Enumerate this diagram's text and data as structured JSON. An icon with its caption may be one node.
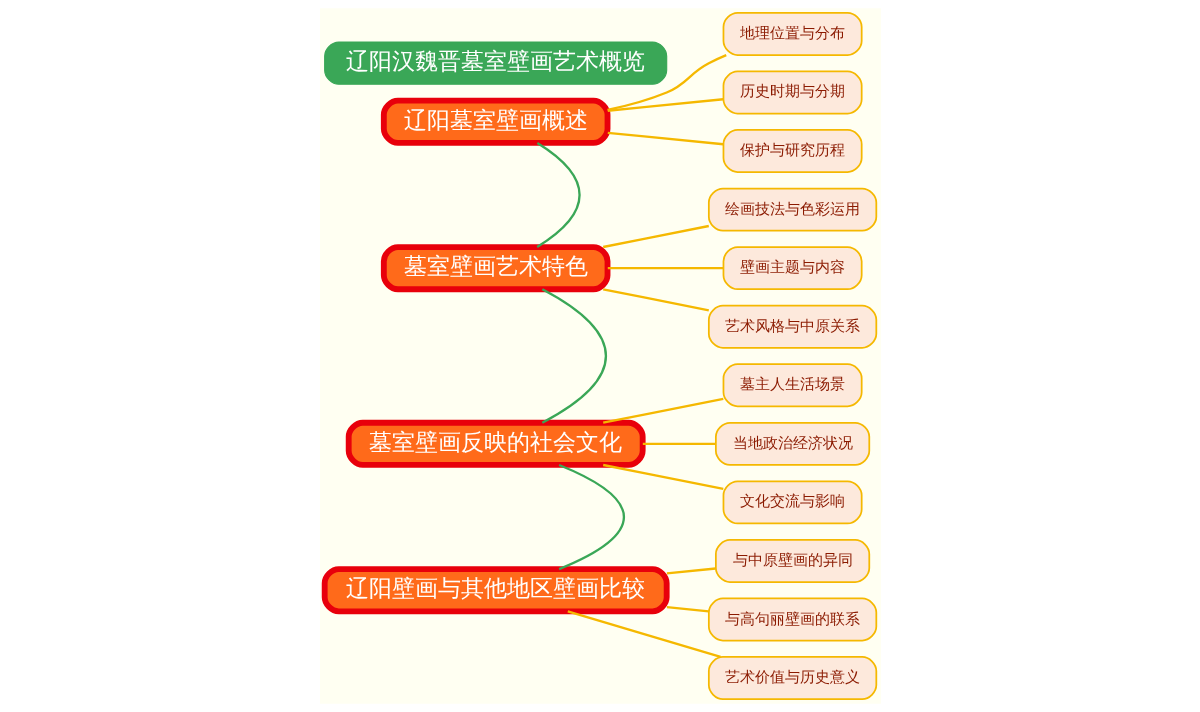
{
  "diagram": {
    "nodes": [
      {
        "text": [
          "辽阳汉魏晋墓室壁画艺术概览"
        ]
      },
      {
        "text": [
          "辽阳墓室壁画概述"
        ]
      },
      {
        "text": [
          "地理位置与分布"
        ]
      },
      {
        "text": [
          "历史时期与分期"
        ]
      },
      {
        "text": [
          "保护与研究历程"
        ]
      },
      {
        "text": [
          "墓室壁画艺术特色"
        ]
      },
      {
        "text": [
          "绘画技法与色彩运用"
        ]
      },
      {
        "text": [
          "壁画主题与内容"
        ]
      },
      {
        "text": [
          "艺术风格与中原关系"
        ]
      },
      {
        "text": [
          "墓室壁画反映的社会文化"
        ]
      },
      {
        "text": [
          "墓主人生活场景"
        ]
      },
      {
        "text": [
          "当地政治经济状况"
        ]
      },
      {
        "text": [
          "文化交流与影响"
        ]
      },
      {
        "text": [
          "辽阳壁画与其他地区壁画比较"
        ]
      },
      {
        "text": [
          "与中原壁画的异同"
        ]
      },
      {
        "text": [
          "与高句丽壁画的联系"
        ]
      },
      {
        "text": [
          "艺术价值与历史意义"
        ]
      }
    ],
    "edges": [
      {
        "from": 1,
        "to": 5,
        "arrow": "none",
        "color": "#3aa757"
      },
      {
        "from": 1,
        "to": 2,
        "arrow": "none"
      },
      {
        "from": 1,
        "to": 3,
        "arrow": "none"
      },
      {
        "from": 1,
        "to": 4,
        "arrow": "none"
      },
      {
        "from": 5,
        "to": 9,
        "arrow": "none",
        "color": "#3aa757"
      },
      {
        "from": 5,
        "to": 6,
        "arrow": "none"
      },
      {
        "from": 5,
        "to": 7,
        "arrow": "none"
      },
      {
        "from": 5,
        "to": 8,
        "arrow": "none"
      },
      {
        "from": 9,
        "to": 13,
        "arrow": "none",
        "color": "#3aa757"
      },
      {
        "from": 9,
        "to": 10,
        "arrow": "none"
      },
      {
        "from": 9,
        "to": 11,
        "arrow": "none"
      },
      {
        "from": 9,
        "to": 12,
        "arrow": "none"
      },
      {
        "from": 13,
        "to": 14,
        "arrow": "none"
      },
      {
        "from": 13,
        "to": 15,
        "arrow": "none"
      },
      {
        "from": 13,
        "to": 16,
        "arrow": "none"
      }
    ]
  }
}
